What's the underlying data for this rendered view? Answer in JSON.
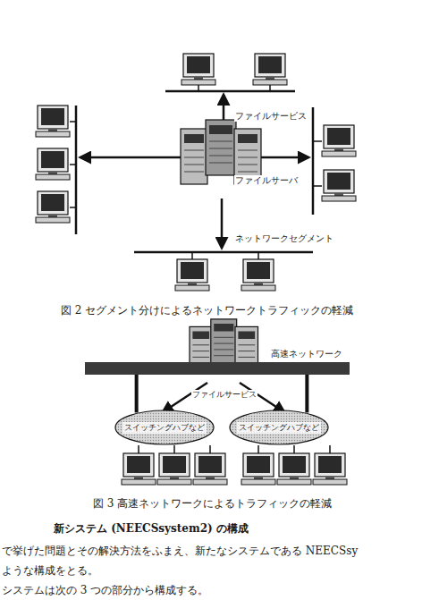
{
  "diagram": {
    "nodes": [
      {
        "text": [
          "高速ネットワーク"
        ]
      },
      {
        "text": [
          "スイッチングハブなど"
        ]
      },
      {
        "text": [
          "スイッチングハブなど"
        ]
      }
    ],
    "edges": [
      {
        "from": 0,
        "to": 1,
        "arrow": "none"
      },
      {
        "from": 0,
        "to": 2,
        "arrow": "none"
      }
    ],
    "labels": [
      "ファイルサービス",
      "ファイルサーバ",
      "ネットワークセグメント",
      "図 2 セグメント分けによるネットワークトラフィックの軽減",
      "ファイルサービス",
      "図 3 高速ネットワークによるトラフィックの軽減",
      "新システム (NEECSsystem2) の構成",
      "で挙げた問題とその解決方法をふまえ、新たなシステムである NEECSsy",
      "ような構成をとる。",
      "システムは次の 3 つの部分から構成する。"
    ]
  }
}
